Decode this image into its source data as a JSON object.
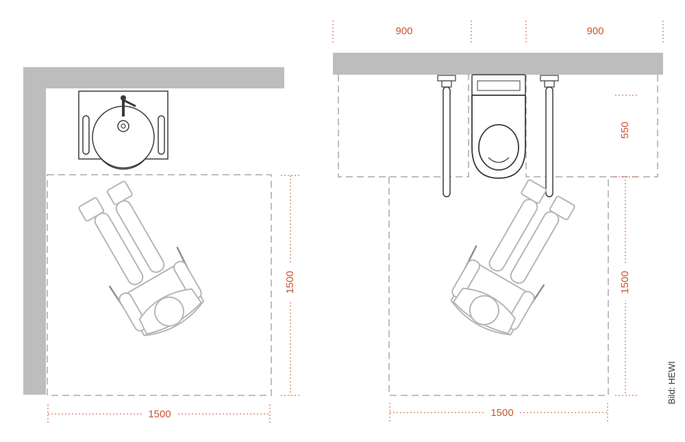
{
  "colors": {
    "wall": "#bdbdbd",
    "dimension": "#c8552e",
    "outline": "#3a3a3a",
    "figure": "#b5b5b5",
    "dashed": "#a8a8a8"
  },
  "left_plan": {
    "width_label": "1500",
    "height_label": "1500"
  },
  "right_plan": {
    "left_clearance_label": "900",
    "right_clearance_label": "900",
    "depth_label": "550",
    "width_label": "1500",
    "height_label": "1500"
  },
  "credit": "Bild: HEWI"
}
